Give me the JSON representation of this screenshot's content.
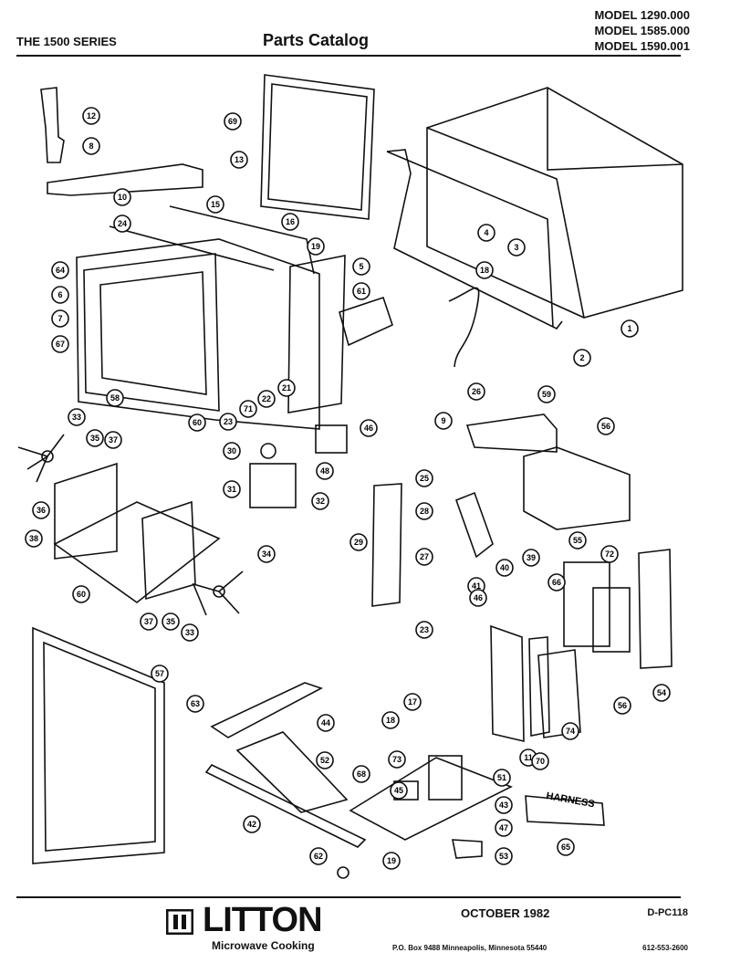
{
  "header": {
    "series": "THE 1500 SERIES",
    "title": "Parts Catalog",
    "models": [
      "MODEL 1290.000",
      "MODEL 1585.000",
      "MODEL 1590.001"
    ]
  },
  "callouts": [
    "12",
    "8",
    "69",
    "13",
    "15",
    "16",
    "10",
    "24",
    "64",
    "6",
    "7",
    "67",
    "19",
    "5",
    "61",
    "58",
    "60",
    "23",
    "71",
    "22",
    "21",
    "4",
    "3",
    "1",
    "2",
    "18",
    "26",
    "9",
    "59",
    "56",
    "30",
    "31",
    "32",
    "46",
    "48",
    "25",
    "28",
    "29",
    "27",
    "23",
    "39",
    "40",
    "41",
    "55",
    "33",
    "35",
    "37",
    "36",
    "38",
    "60",
    "34",
    "37",
    "35",
    "33",
    "46",
    "66",
    "72",
    "57",
    "63",
    "44",
    "17",
    "18",
    "73",
    "45",
    "52",
    "51",
    "68",
    "43",
    "42",
    "47",
    "19",
    "53",
    "62",
    "11",
    "70",
    "74",
    "56",
    "54",
    "65"
  ],
  "harness_label": "HARNESS",
  "footer": {
    "brand": "LITTON",
    "brand_sub": "Microwave Cooking",
    "date": "OCTOBER 1982",
    "code": "D-PC118",
    "address": "P.O. Box 9488 Minneapolis, Minnesota 55440",
    "phone": "612-553-2600"
  }
}
